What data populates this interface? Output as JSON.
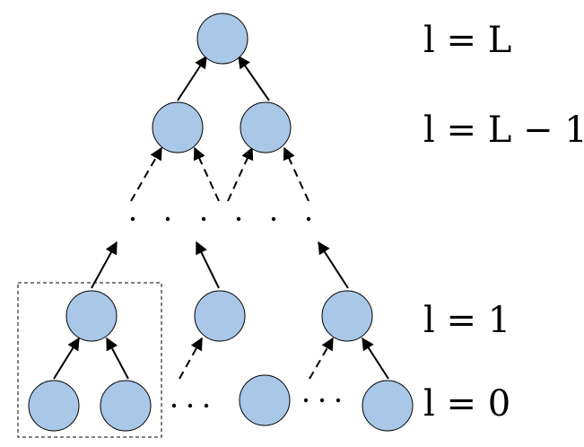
{
  "diagram": {
    "node_fill": "#a9c8e8",
    "node_stroke": "#000000",
    "edge_color": "#000000",
    "level_labels": {
      "L": "l = L",
      "L_minus_1": "l = L − 1",
      "one": "l = 1",
      "zero": "l = 0"
    }
  }
}
